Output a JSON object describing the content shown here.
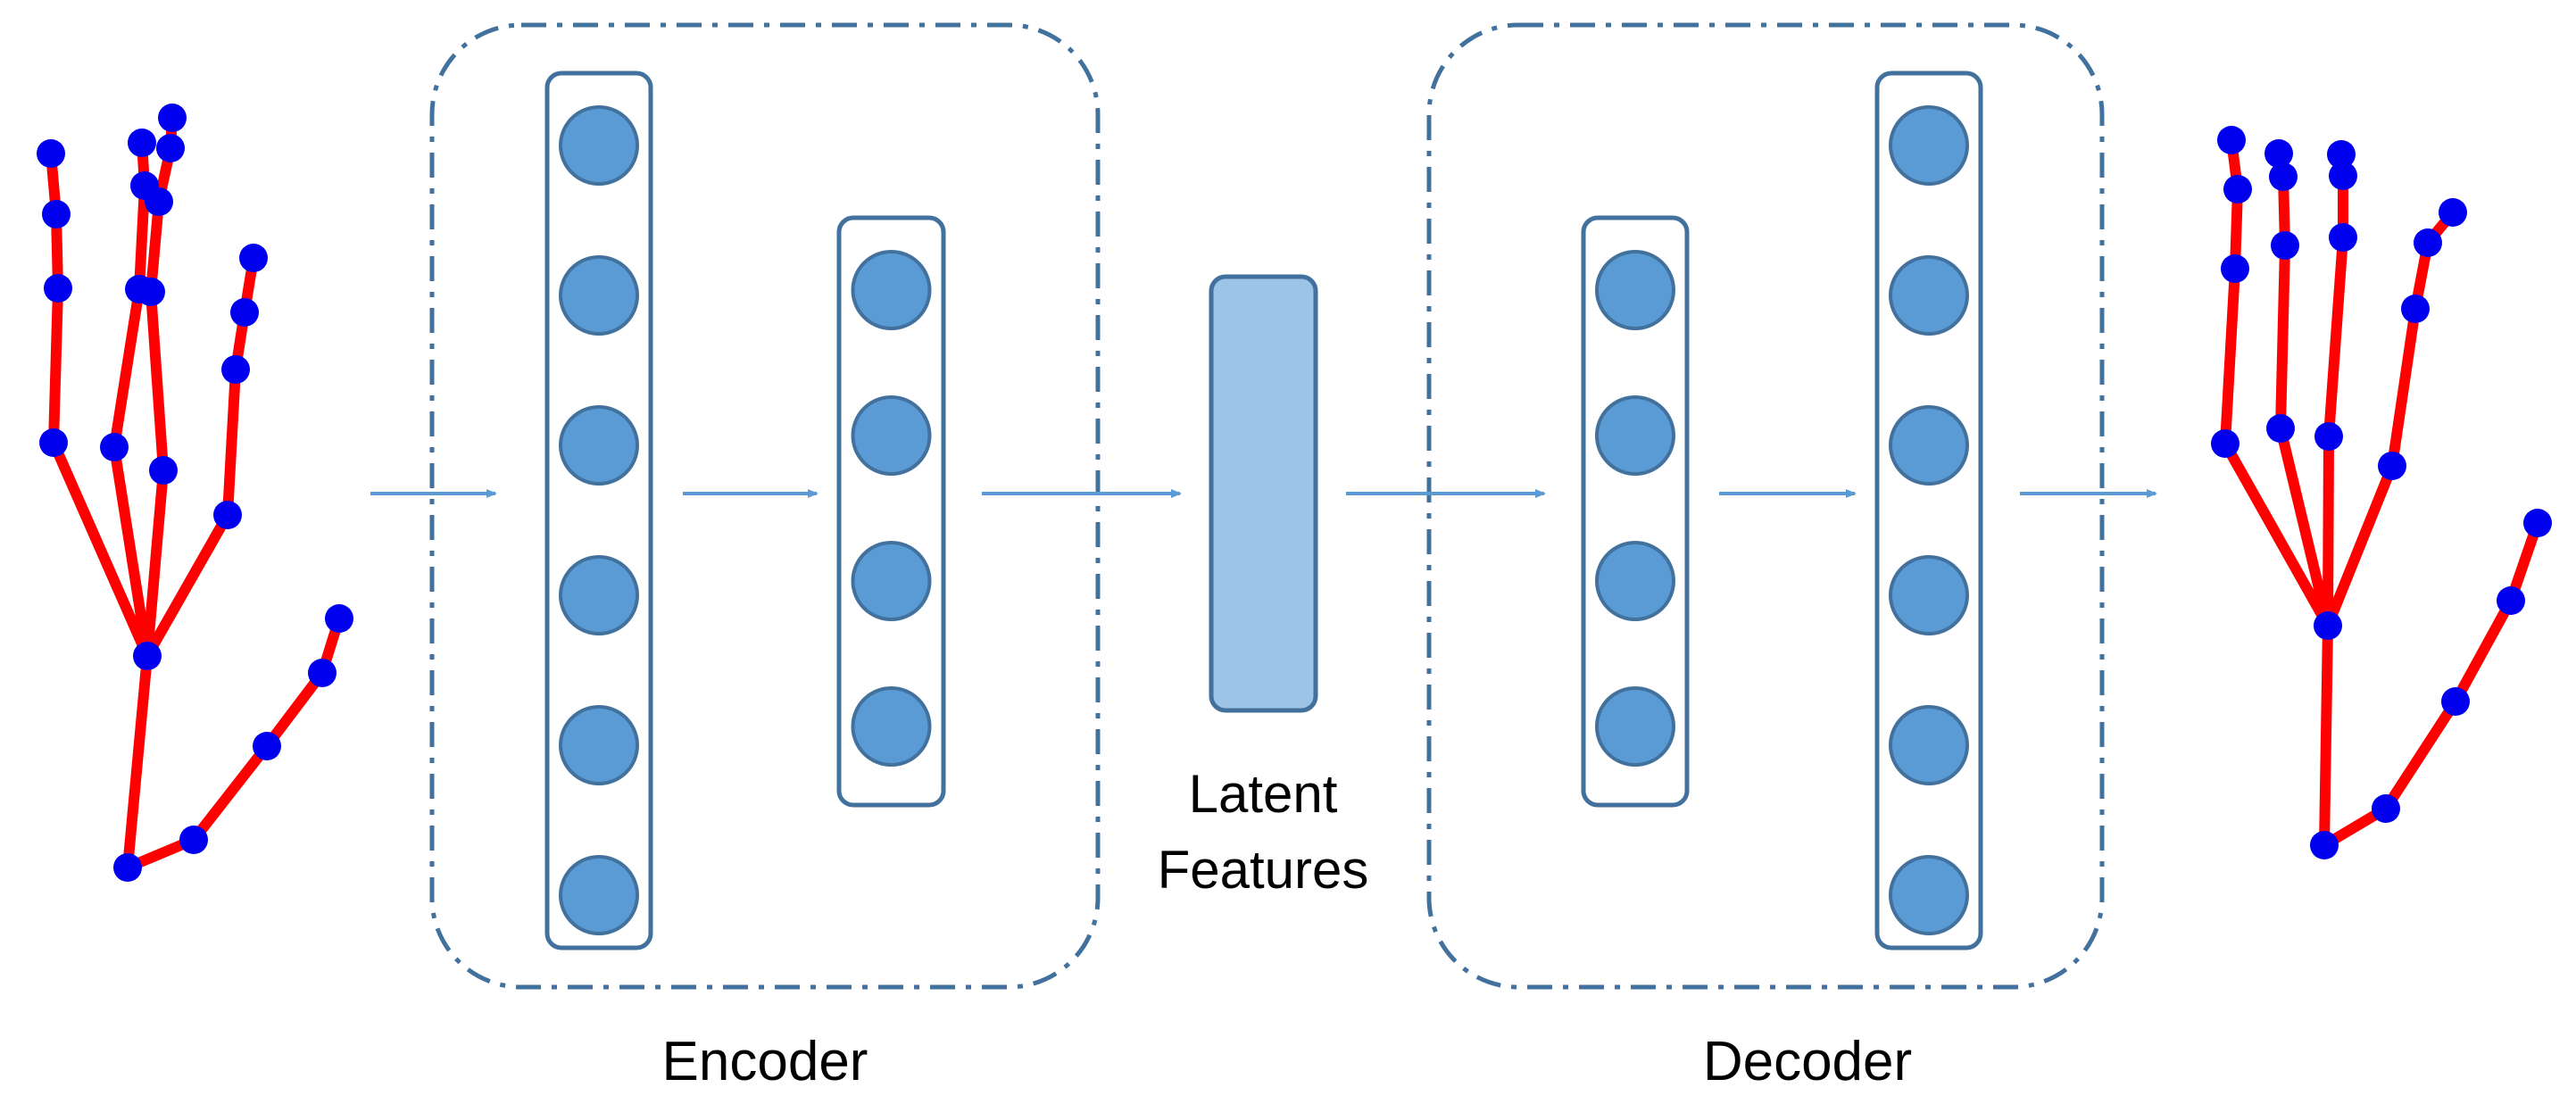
{
  "labels": {
    "encoder": "Encoder",
    "decoder": "Decoder",
    "latent_line1": "Latent",
    "latent_line2": "Features"
  },
  "colors": {
    "bone": "#ff0000",
    "joint": "#0000ee",
    "neuron_fill": "#5b9bd5",
    "neuron_stroke": "#41719c",
    "layer_stroke": "#41719c",
    "latent_fill": "#9dc3e6",
    "arrow": "#5b9bd5",
    "dashed_box": "#41719c"
  },
  "network": {
    "encoder_layers": [
      6,
      4
    ],
    "latent_units": 1,
    "decoder_layers": [
      4,
      6
    ]
  },
  "icons": {
    "input_hand": "hand-skeleton-icon",
    "output_hand": "hand-skeleton-icon"
  }
}
